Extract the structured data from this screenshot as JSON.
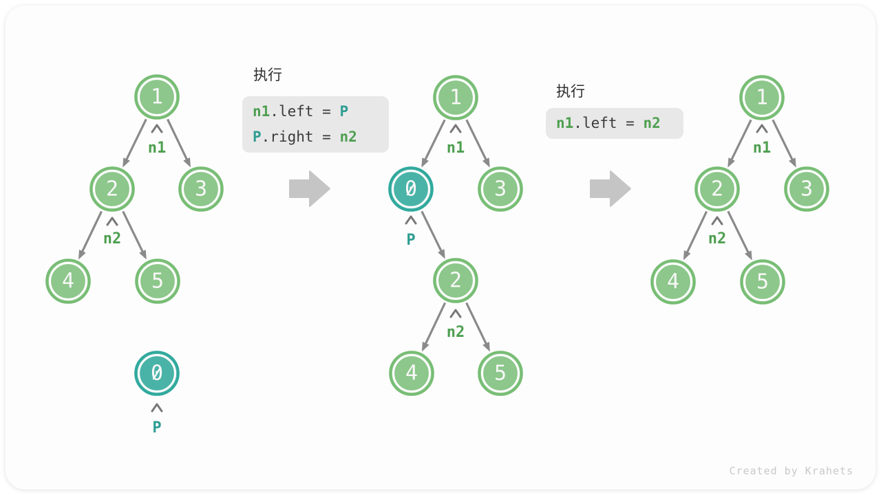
{
  "colors": {
    "node_green_fill": "#8DC78B",
    "node_green_border": "#77BD74",
    "node_teal_fill": "#4AB3A8",
    "node_teal_border": "#30A99D",
    "pointer_label_green": "#4E9F50",
    "pointer_label_teal": "#2E9D92",
    "edge_gray": "#8A8A8A",
    "code_box_bg": "#E8E8E8",
    "code_text": "#3A3A3A",
    "big_arrow_gray": "#C5C5C5"
  },
  "code_blocks": [
    {
      "title": "执行",
      "lines": [
        {
          "tokens": [
            "n1",
            ".left = ",
            "P"
          ]
        },
        {
          "tokens": [
            "P",
            ".right = ",
            "n2"
          ]
        }
      ]
    },
    {
      "title": "执行",
      "lines": [
        {
          "tokens": [
            "n1",
            ".left = ",
            "n2"
          ]
        }
      ]
    }
  ],
  "trees": [
    {
      "name": "tree-before-insert",
      "nodes": [
        "1",
        "2",
        "3",
        "4",
        "5"
      ],
      "extra_node": "0",
      "pointers": [
        "n1",
        "n2",
        "P"
      ]
    },
    {
      "name": "tree-after-first-step",
      "nodes": [
        "1",
        "0",
        "3",
        "2",
        "4",
        "5"
      ],
      "pointers": [
        "n1",
        "P",
        "n2"
      ]
    },
    {
      "name": "tree-after-second-step",
      "nodes": [
        "1",
        "2",
        "3",
        "4",
        "5"
      ],
      "pointers": [
        "n1",
        "n2"
      ]
    }
  ],
  "footer": "Created by Krahets"
}
